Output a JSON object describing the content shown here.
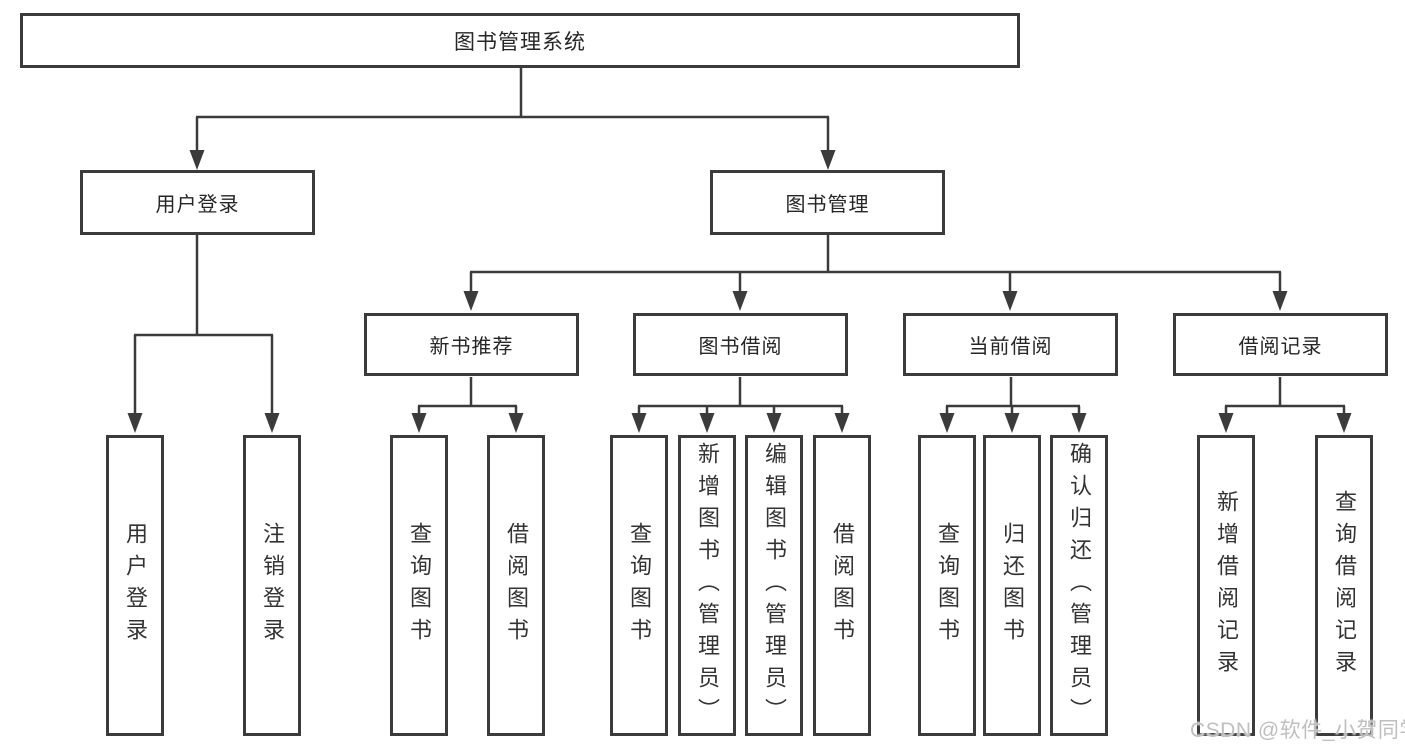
{
  "root": {
    "label": "图书管理系统"
  },
  "branches": [
    {
      "label": "用户登录",
      "children": [
        {
          "label": "用户登录"
        },
        {
          "label": "注销登录"
        }
      ]
    },
    {
      "label": "图书管理",
      "children": [
        {
          "label": "新书推荐",
          "children": [
            {
              "label": "查询图书"
            },
            {
              "label": "借阅图书"
            }
          ]
        },
        {
          "label": "图书借阅",
          "children": [
            {
              "label": "查询图书"
            },
            {
              "label": "新增图书（管理员）"
            },
            {
              "label": "编辑图书（管理员）"
            },
            {
              "label": "借阅图书"
            }
          ]
        },
        {
          "label": "当前借阅",
          "children": [
            {
              "label": "查询图书"
            },
            {
              "label": "归还图书"
            },
            {
              "label": "确认归还（管理员）"
            }
          ]
        },
        {
          "label": "借阅记录",
          "children": [
            {
              "label": "新增借阅记录"
            },
            {
              "label": "查询借阅记录"
            }
          ]
        }
      ]
    }
  ],
  "watermark": {
    "text": "CSDN @软件_小贺同学"
  },
  "colors": {
    "line": "#3b3b3b",
    "box_border": "#3b3b3b",
    "box_fill": "#ffffff",
    "text": "#262626",
    "watermark": "#bfbfbf",
    "background": "#ffffff"
  }
}
